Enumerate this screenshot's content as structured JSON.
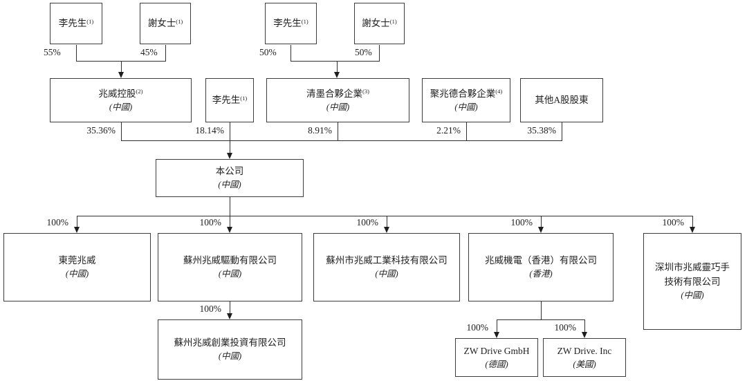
{
  "diagram": {
    "top_owners": [
      {
        "name": "李先生",
        "sup": "(1)",
        "pct": "55%"
      },
      {
        "name": "謝女士",
        "sup": "(1)",
        "pct": "45%"
      },
      {
        "name": "李先生",
        "sup": "(1)",
        "pct": "50%"
      },
      {
        "name": "謝女士",
        "sup": "(1)",
        "pct": "50%"
      }
    ],
    "row2": [
      {
        "name": "兆威控股",
        "sup": "(2)",
        "country": "(中國)",
        "pct": "35.36%"
      },
      {
        "name": "李先生",
        "sup": "(1)",
        "country": "",
        "pct": "18.14%"
      },
      {
        "name": "清墨合夥企業",
        "sup": "(3)",
        "country": "(中國)",
        "pct": "8.91%"
      },
      {
        "name": "聚兆德合夥企業",
        "sup": "(4)",
        "country": "(中國)",
        "pct": "2.21%"
      },
      {
        "name": "其他A股股東",
        "sup": "",
        "country": "",
        "pct": "35.38%"
      }
    ],
    "company": {
      "name": "本公司",
      "country": "(中國)"
    },
    "subsidiaries": [
      {
        "name": "東莞兆威",
        "country": "(中國)",
        "pct": "100%"
      },
      {
        "name": "蘇州兆威驅動有限公司",
        "country": "(中國)",
        "pct": "100%"
      },
      {
        "name": "蘇州市兆威工業科技有限公司",
        "country": "(中國)",
        "pct": "100%"
      },
      {
        "name": "兆威機電（香港）有限公司",
        "country": "(香港)",
        "pct": "100%"
      },
      {
        "name": "深圳市兆威靈巧手",
        "name2": "技術有限公司",
        "country": "(中國)",
        "pct": "100%"
      }
    ],
    "second_level": [
      {
        "name": "蘇州兆威創業投資有限公司",
        "country": "(中國)",
        "pct": "100%"
      },
      {
        "name": "ZW Drive GmbH",
        "country": "(德國)",
        "pct": "100%"
      },
      {
        "name": "ZW Drive. Inc",
        "country": "(美國)",
        "pct": "100%"
      }
    ],
    "colors": {
      "line": "#2e2e2e",
      "border": "#3c3c3c",
      "text": "#1f1f1f",
      "background": "#ffffff"
    }
  }
}
